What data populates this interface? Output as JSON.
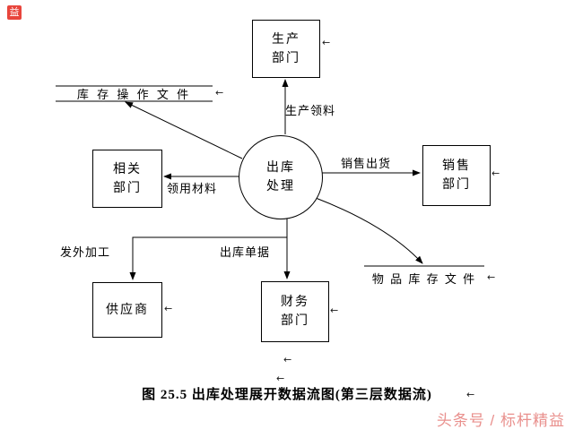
{
  "logo": {
    "char": "益"
  },
  "diagram": {
    "process": {
      "line1": "出库",
      "line2": "处理"
    },
    "entities": {
      "production": {
        "line1": "生产",
        "line2": "部门"
      },
      "related": {
        "line1": "相关",
        "line2": "部门"
      },
      "sales": {
        "line1": "销售",
        "line2": "部门"
      },
      "supplier": {
        "line1": "供应商"
      },
      "finance": {
        "line1": "财务",
        "line2": "部门"
      }
    },
    "stores": {
      "inventory_ops_file": "库 存 操 作 文 件",
      "item_inventory_file": "物 品 库 存 文 件"
    },
    "flows": {
      "production_pick": "生产领料",
      "sales_ship": "销售出货",
      "material_requisition": "领用材料",
      "outsourcing": "发外加工",
      "outbound_docs": "出库单据"
    },
    "paragraph_mark": "←"
  },
  "caption": "图 25.5  出库处理展开数据流图(第三层数据流)",
  "watermark": {
    "text": "头条号 / 标杆精益",
    "color": "#e9908d"
  }
}
